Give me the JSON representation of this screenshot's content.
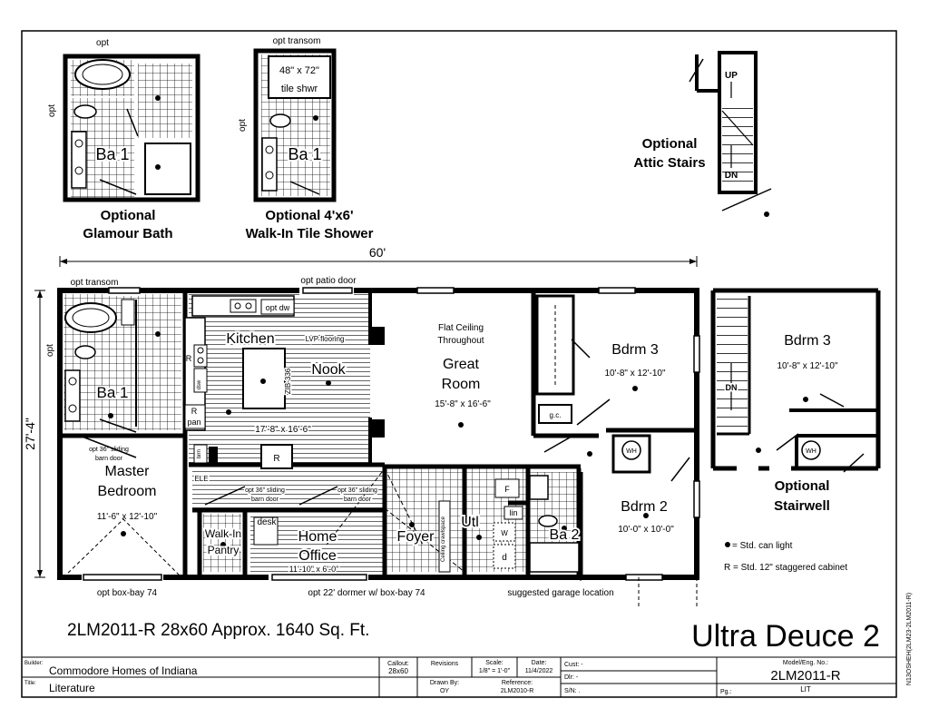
{
  "insets": {
    "glamour": {
      "opt_top": "opt",
      "opt_side": "opt",
      "room": "Ba 1",
      "caption1": "Optional",
      "caption2": "Glamour Bath"
    },
    "tile_shower": {
      "opt_transom": "opt transom",
      "opt_side": "opt",
      "shower_size": "48\" x 72\"",
      "shower_label": "tile shwr",
      "room": "Ba 1",
      "caption1": "Optional 4'x6'",
      "caption2": "Walk-In Tile Shower"
    },
    "attic": {
      "up": "UP",
      "dn": "DN",
      "caption1": "Optional",
      "caption2": "Attic Stairs"
    },
    "stairwell": {
      "room": "Bdrm 3",
      "size": "10'-8\" x 12'-10\"",
      "dn": "DN",
      "caption1": "Optional",
      "caption2": "Stairwell"
    }
  },
  "dimensions": {
    "width": "60'",
    "depth": "27'-4\""
  },
  "plan": {
    "opt_transom": "opt transom",
    "opt_patio_door": "opt patio door",
    "opt_side": "opt",
    "opt_dw": "opt dw",
    "lvp": "LVP flooring",
    "kitchen": "Kitchen",
    "nook": "Nook",
    "island": "ZIB-336",
    "kitchen_size": "17'-8\" x 16'-6\"",
    "r": "R",
    "dsw": "dsw",
    "r_pan": "R",
    "pan": "pan",
    "brm": "brm",
    "ele": "ELE",
    "flat_ceiling1": "Flat Ceiling",
    "flat_ceiling2": "Throughout",
    "great_room1": "Great",
    "great_room2": "Room",
    "great_room_size": "15'-8\" x 16'-6\"",
    "ba1": "Ba 1",
    "sliding_master1": "opt 36\" sliding",
    "sliding_master2": "barn door",
    "master1": "Master",
    "master2": "Bedroom",
    "master_size": "11'-6\" x 12'-10\"",
    "sliding_pantry1": "opt 36\" sliding",
    "sliding_pantry2": "barn door",
    "sliding_office1": "opt 36\" sliding",
    "sliding_office2": "barn door",
    "walkin1": "Walk-In",
    "walkin2": "Pantry",
    "desk": "desk",
    "office1": "Home",
    "office2": "Office",
    "office_size": "11'-10\" x 6'-0\"",
    "foyer": "Foyer",
    "utl": "Utl",
    "ceiling_fan": "Ceiling crawlspace",
    "f": "F",
    "lin": "lin",
    "w": "W",
    "d": "d",
    "ba2": "Ba 2",
    "bdrm3": "Bdrm 3",
    "bdrm3_size": "10'-8\" x 12'-10\"",
    "gc": "g.c.",
    "wh": "WH",
    "bdrm2": "Bdrm 2",
    "bdrm2_size": "10'-0\" x 10'-0\"",
    "box_bay": "opt box-bay 74",
    "dormer": "opt 22' dormer w/ box-bay 74",
    "garage": "suggested garage location"
  },
  "legend": {
    "can_light": "= Std. can light",
    "cabinet": "R = Std. 12\" staggered cabinet"
  },
  "model_line": "2LM2011-R 28x60  Approx. 1640 Sq. Ft.",
  "brand": "Ultra Deuce 2",
  "side_code": "N13OSHEH(2LM23-2LM2011-R)",
  "title_block": {
    "builder_label": "Builder:",
    "builder": "Commodore Homes of Indiana",
    "title_label": "Title:",
    "title": "Literature",
    "callout_label": "Callout:",
    "callout": "28x60",
    "revisions_label": "Revisions",
    "scale_label": "Scale:",
    "scale": "1/8\" = 1'-0\"",
    "date_label": "Date:",
    "date": "11/4/2022",
    "drawn_label": "Drawn By:",
    "drawn": "OY",
    "reference_label": "Reference:",
    "reference": "2LM2010-R",
    "cust_label": "Cust: -",
    "dlr_label": "Dlr: -",
    "sn_label": "S/N: .",
    "model_label": "Model/Eng. No.:",
    "model": "2LM2011-R",
    "pg_label": "Pg.:",
    "lit": "LIT"
  }
}
